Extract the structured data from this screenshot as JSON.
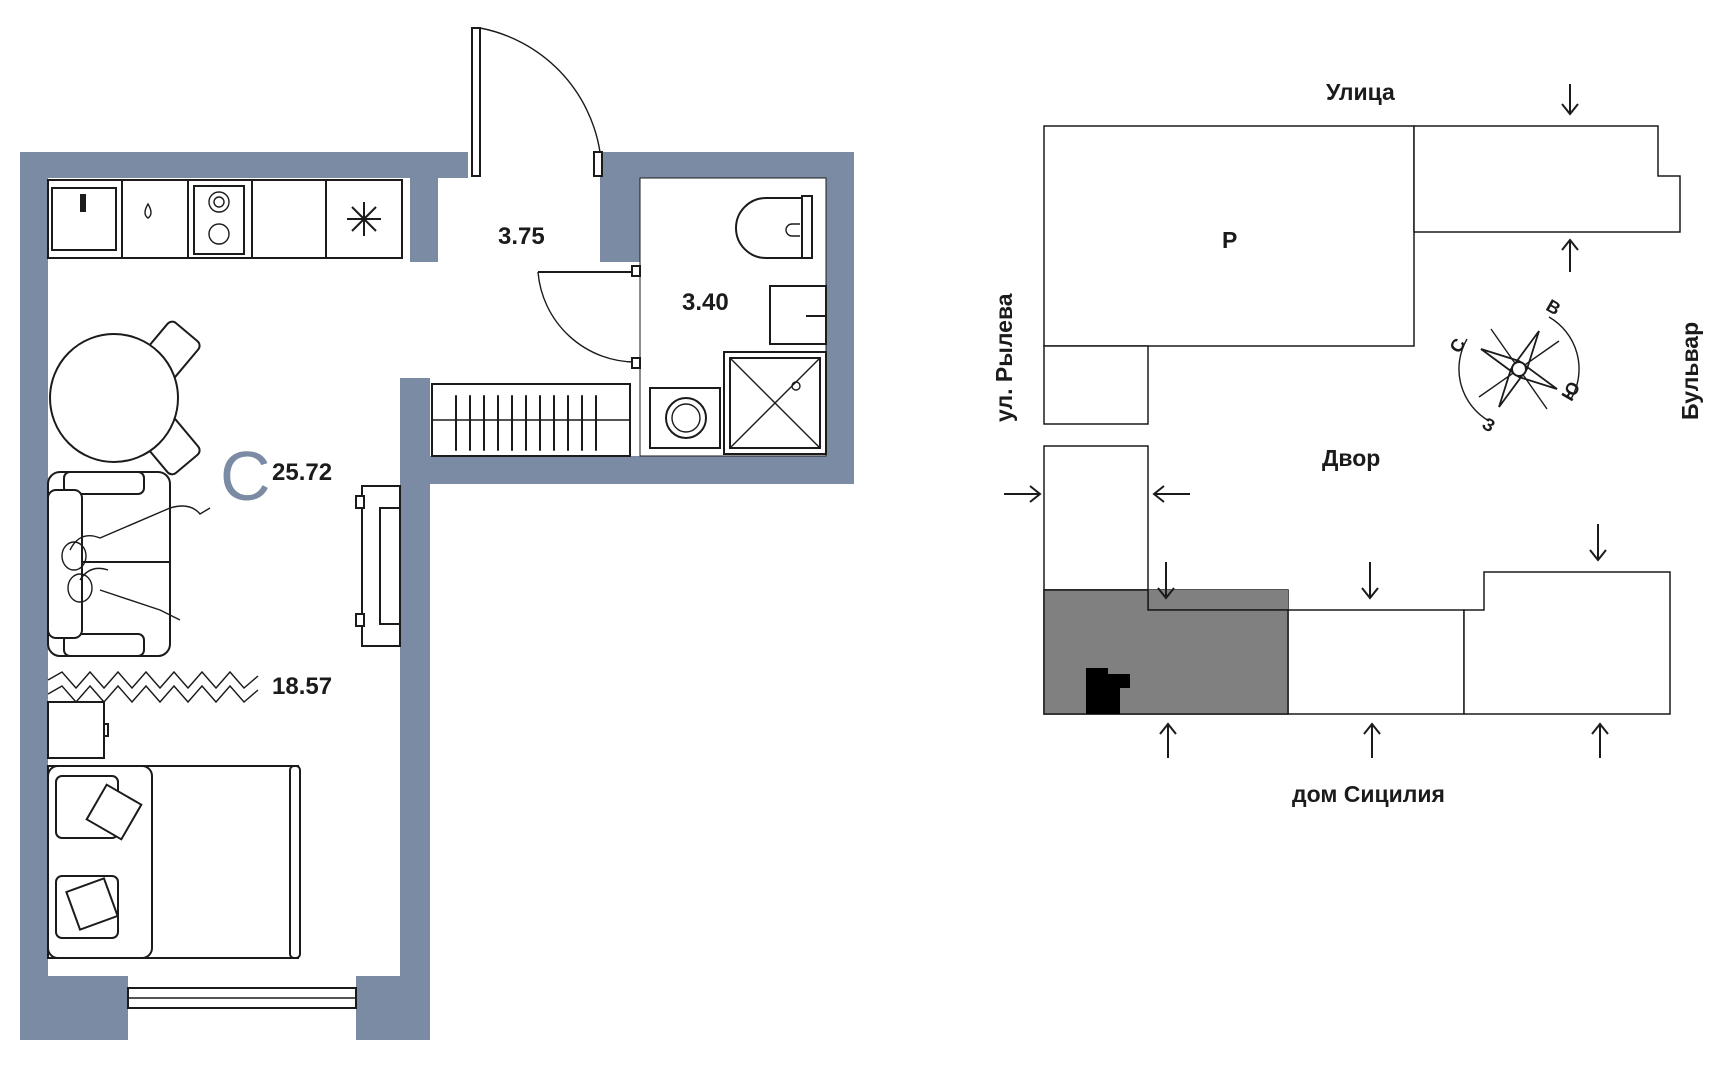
{
  "plan": {
    "type_letter": "С",
    "total_area": "25.72",
    "rooms": {
      "living_area": "18.57",
      "hall_area": "3.75",
      "bath_area": "3.40"
    },
    "wall_color": "#7a8ba3"
  },
  "site": {
    "streets": {
      "north": "Улица",
      "west": "ул. Рылева",
      "east": "Бульвар",
      "south": "дом Сицилия",
      "yard": "Двор"
    },
    "parking_label": "Р",
    "compass": {
      "n": "С",
      "e": "В",
      "s": "Ю",
      "w": "З"
    },
    "highlight_color": "#808080"
  }
}
